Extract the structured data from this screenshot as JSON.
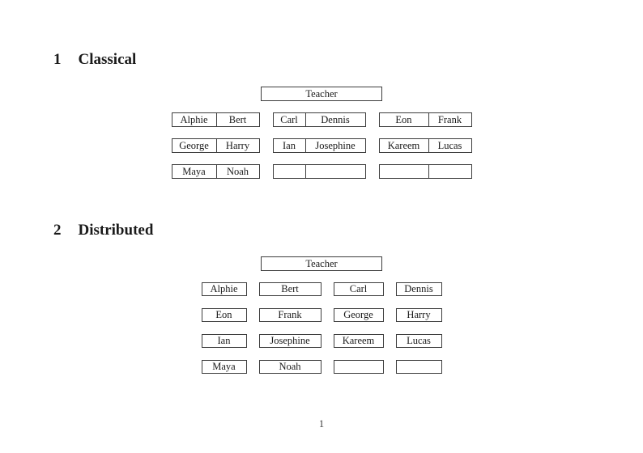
{
  "colors": {
    "background": "#ffffff",
    "ink": "#1a1a1a",
    "box_border": "#3d3d3d"
  },
  "page": {
    "number": "1"
  },
  "sections": [
    {
      "number": "1",
      "title": "Classical",
      "teacher_label": "Teacher",
      "groups": [
        {
          "rows": [
            [
              "Alphie",
              "Bert"
            ],
            [
              "George",
              "Harry"
            ],
            [
              "Maya",
              "Noah"
            ]
          ]
        },
        {
          "rows": [
            [
              "Carl",
              "Dennis"
            ],
            [
              "Ian",
              "Josephine"
            ],
            [
              "",
              ""
            ]
          ]
        },
        {
          "rows": [
            [
              "Eon",
              "Frank"
            ],
            [
              "Kareem",
              "Lucas"
            ],
            [
              "",
              ""
            ]
          ]
        }
      ]
    },
    {
      "number": "2",
      "title": "Distributed",
      "teacher_label": "Teacher",
      "rows": [
        [
          "Alphie",
          "Bert",
          "Carl",
          "Dennis"
        ],
        [
          "Eon",
          "Frank",
          "George",
          "Harry"
        ],
        [
          "Ian",
          "Josephine",
          "Kareem",
          "Lucas"
        ],
        [
          "Maya",
          "Noah",
          "",
          ""
        ]
      ]
    }
  ]
}
